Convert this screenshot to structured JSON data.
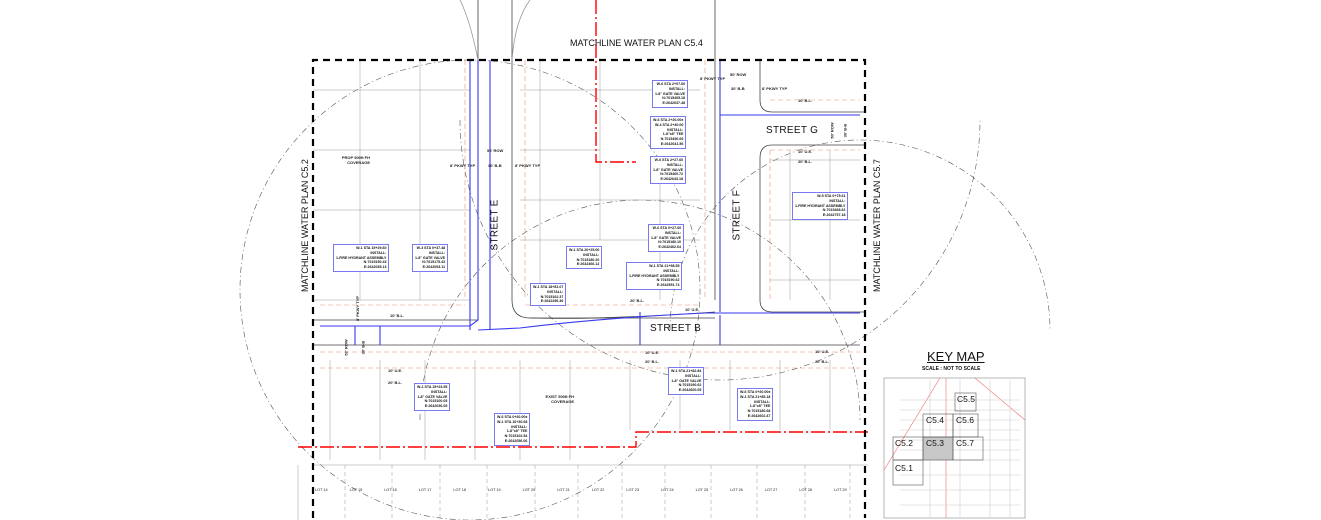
{
  "matchlines": {
    "top": "MATCHLINE WATER PLAN C5.4",
    "left": "MATCHLINE WATER PLAN C5.2",
    "right": "MATCHLINE WATER PLAN C5.7"
  },
  "streets": [
    "STREET E",
    "STREET F",
    "STREET G",
    "STREET B"
  ],
  "row_labels": {
    "e_row": "50' ROW",
    "e_bb": "30' B-B",
    "e_pkwy_left": "8' PKWY TYP",
    "e_pkwy_right": "8' PKWY TYP",
    "f_row": "50' ROW",
    "f_bb": "30' B-B",
    "f_pkwy_left": "8' PKWY TYP",
    "f_pkwy_right": "8' PKWY TYP",
    "g_row": "50' ROW",
    "g_bb": "30' B-B",
    "b_row": "52' ROW",
    "b_bb": "30' B-B",
    "b_pkwy": "8' PKWY TYP"
  },
  "setbacks": [
    "20' B.L.",
    "10' U.E.",
    "10' U.E.",
    "20' B.L.",
    "10' B.L.",
    "10' U.E.",
    "20' B.L.",
    "10' U.E.",
    "20' B.L.",
    "10' U.E.",
    "20' B.L.",
    "10' B.L."
  ],
  "callouts": {
    "prop_coverage": "PROP 500ft FH COVERAGE",
    "exist_coverage": "EXIST 500ft FH COVERAGE"
  },
  "notes": [
    {
      "lines": [
        "W-6 STA 2+07.60",
        "INSTALL:",
        "1-8\" GATE VALVE",
        "N:7015405.18",
        "E:2642637.48"
      ]
    },
    {
      "lines": [
        "W-6 STA 2+20.00±",
        "W-4 STA 2+40.00",
        "INSTALL:",
        "1-8\"x8\" TEE",
        "N:7015450.69",
        "E:2642641.56"
      ]
    },
    {
      "lines": [
        "W-6 STA 2+27.60",
        "INSTALL:",
        "1-8\" GATE VALVE",
        "N:7015460.72",
        "E:2642643.18"
      ]
    },
    {
      "lines": [
        "W-5 STA 0+75.61",
        "INSTALL:",
        "1-FIRE HYDRANT ASSEMBLY",
        "N:7015468.62",
        "E:2642757.18"
      ]
    },
    {
      "lines": [
        "W-1 STA 15+29.60",
        "INSTALL:",
        "1-FIRE HYDRANT ASSEMBLY",
        "N:7015150.43",
        "E:2642035.13"
      ]
    },
    {
      "lines": [
        "W-3 STA 0+37.48",
        "INSTALL:",
        "1-8\" GATE VALVE",
        "N:7015175.43",
        "E:2642093.11"
      ]
    },
    {
      "lines": [
        "W-1 STA 20+25.00",
        "INSTALL:",
        "N:7015180.20",
        "E:2642466.12"
      ]
    },
    {
      "lines": [
        "W-6 STA 0+27.60",
        "INSTALL:",
        "1-8\" GATE VALVE",
        "N:7015180.10",
        "E:2642462.64"
      ]
    },
    {
      "lines": [
        "W-1 STA 21+58.55",
        "INSTALL:",
        "1-FIRE HYDRANT ASSEMBLY",
        "N:7015190.62",
        "E:2642591.74"
      ]
    },
    {
      "lines": [
        "W-1 STA 18+81.07",
        "INSTALL:",
        "N:7015162.37",
        "E:2642296.36"
      ]
    },
    {
      "lines": [
        "W-1 STA 15+23.55",
        "INSTALL:",
        "1-8\" GATE VALVE",
        "N:7015100.05",
        "E:2642036.05"
      ]
    },
    {
      "lines": [
        "W-6 STA 0+20.00±",
        "W-1 STA 16+30.68",
        "INSTALL:",
        "1-8\"x8\" TEE",
        "N:7015102.54",
        "E:2642056.06"
      ]
    },
    {
      "lines": [
        "W-1 STA 21+82.84",
        "INSTALL:",
        "1-8\" GATE VALVE",
        "N:7015190.62",
        "E:2642600.05"
      ]
    },
    {
      "lines": [
        "W-6 STA 0+20.00±",
        "W-1 STA 21+85.18",
        "INSTALL:",
        "1-8\"x8\" TEE",
        "N:7015180.68",
        "E:2642602.47"
      ]
    }
  ],
  "lots": [
    "LOT 14",
    "LOT 15",
    "LOT 16",
    "LOT 17",
    "LOT 18",
    "LOT 19",
    "LOT 20",
    "LOT 21",
    "LOT 22",
    "LOT 23",
    "LOT 24",
    "LOT 25",
    "LOT 26",
    "LOT 27",
    "LOT 28",
    "LOT 29"
  ],
  "key_map": {
    "title": "KEY MAP",
    "scale": "SCALE : NOT TO SCALE",
    "sheets": [
      "C5.5",
      "C5.4",
      "C5.6",
      "C5.2",
      "C5.3",
      "C5.7",
      "C5.1"
    ],
    "current_sheet": "C5.3"
  },
  "colors": {
    "water_line": "#3a3aef",
    "boundary": "#ff0000",
    "setback": "#e89070",
    "matchline": "#000000"
  }
}
